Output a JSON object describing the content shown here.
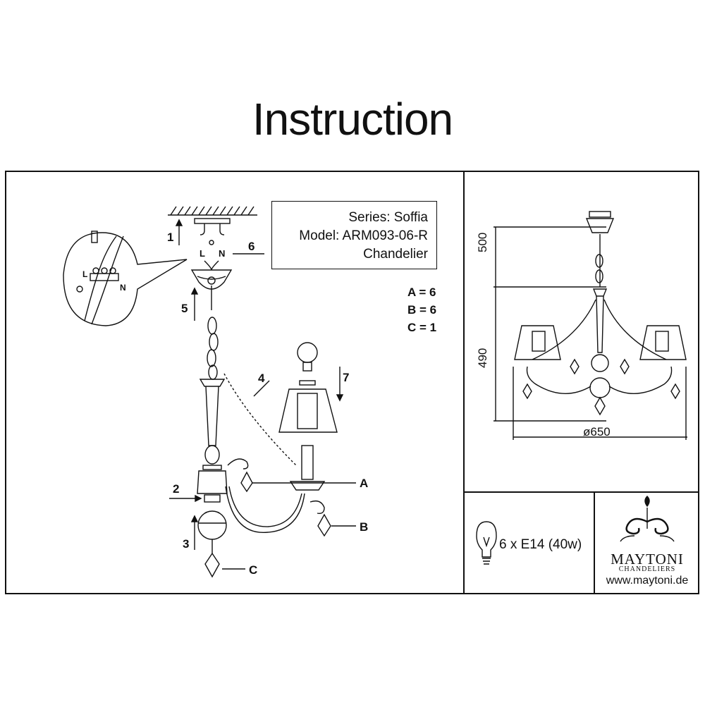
{
  "title": "Instruction",
  "info": {
    "series": "Series: Soffia",
    "model": "Model: ARM093-06-R",
    "type": "Chandelier"
  },
  "parts": {
    "a": "A = 6",
    "b": "B = 6",
    "c": "C = 1"
  },
  "steps": {
    "s1": "1",
    "s2": "2",
    "s3": "3",
    "s4": "4",
    "s5": "5",
    "s6": "6",
    "s7": "7"
  },
  "labels": {
    "A": "A",
    "B": "B",
    "C": "C"
  },
  "wiring": {
    "L": "L",
    "N": "N",
    "L_detail": "L",
    "N_detail": "N"
  },
  "dimensions": {
    "top": "500",
    "height": "490",
    "diameter": "ø650"
  },
  "bulb": "6 x E14 (40w)",
  "brand": {
    "name": "MAYTONI",
    "sub": "CHANDELIERS",
    "url": "www.maytoni.de"
  }
}
